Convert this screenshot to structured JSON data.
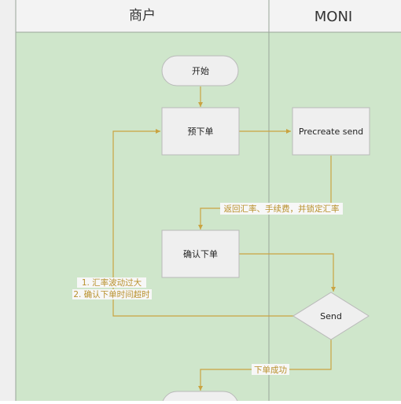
{
  "lanes": [
    {
      "title": "商户"
    },
    {
      "title": "MONI"
    }
  ],
  "nodes": {
    "start": "开始",
    "preorder": "预下单",
    "precreate": "Precreate send",
    "confirm": "确认下单",
    "send": "Send"
  },
  "edge_labels": {
    "return_rate": "返回汇率、手续费，并锁定汇率",
    "retry_reason_1": "1. 汇率波动过大",
    "retry_reason_2": "2. 确认下单时间超时",
    "success": "下单成功"
  },
  "colors": {
    "lane_fill": "#cfe6cb",
    "header_fill": "#f3f3f3",
    "node_fill": "#efefef",
    "arrow": "#c9a341",
    "border": "#9aa69a"
  }
}
